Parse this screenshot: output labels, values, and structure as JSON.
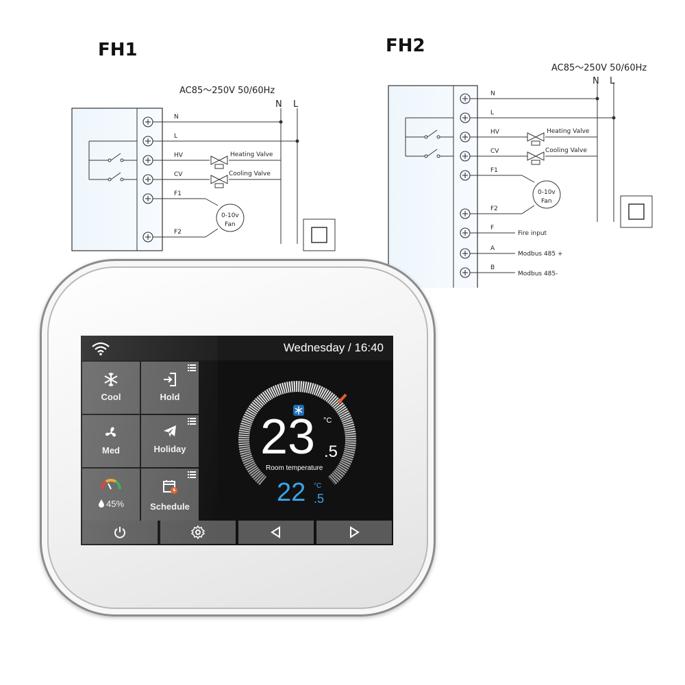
{
  "fh1": {
    "title": "FH1",
    "power": "AC85～250V   50/60Hz",
    "power_n": "N",
    "power_l": "L",
    "terminals": [
      "N",
      "L",
      "HV",
      "CV",
      "F1",
      "F2"
    ],
    "heating_valve": "Heating Valve",
    "cooling_valve": "Cooling Valve",
    "fan_speed": "0-10v",
    "fan_label": "Fan"
  },
  "fh2": {
    "title": "FH2",
    "power": "AC85～250V   50/60Hz",
    "power_n": "N",
    "power_l": "L",
    "terminals": [
      "N",
      "L",
      "HV",
      "CV",
      "F1",
      "F2",
      "F",
      "A",
      "B"
    ],
    "heating_valve": "Heating Valve",
    "cooling_valve": "Cooling Valve",
    "fan_speed": "0-10v",
    "fan_label": "Fan",
    "fire_input": "Fire input",
    "modbus_plus": "Modbus 485 +",
    "modbus_minus": "Modbus 485-"
  },
  "thermostat": {
    "datetime": "Wednesday / 16:40",
    "tiles": {
      "cool": "Cool",
      "hold": "Hold",
      "fan_speed": "Med",
      "holiday": "Holiday",
      "humidity": "45%",
      "schedule": "Schedule"
    },
    "room_temp_int": "23",
    "room_temp_dec": ".5",
    "room_temp_unit": "°C",
    "room_label": "Room temperature",
    "set_temp_int": "22",
    "set_temp_dec": ".5",
    "set_temp_unit": "°C"
  },
  "colors": {
    "set_temp": "#3aa6e6",
    "tile_bg": "#5e5e5e",
    "screen_bg": "#111111",
    "gauge_marker": "#e0622a"
  },
  "icons": [
    "wifi-icon",
    "snowflake-icon",
    "exit-door-icon",
    "fan-icon",
    "airplane-icon",
    "gauge-icon",
    "droplet-icon",
    "calendar-icon",
    "power-icon",
    "gear-icon",
    "left-arrow-icon",
    "right-arrow-icon"
  ]
}
